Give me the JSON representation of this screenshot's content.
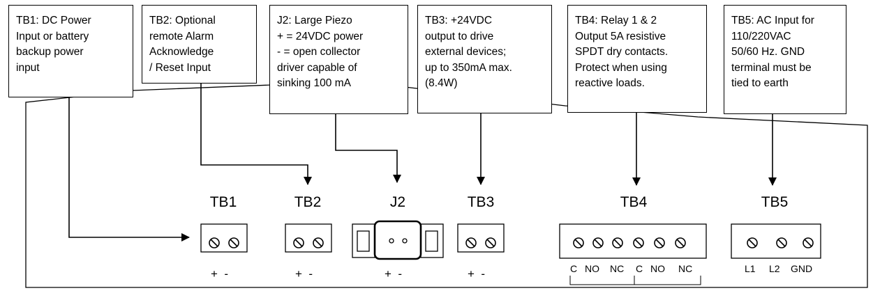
{
  "callouts": [
    {
      "id": "tb1",
      "lines": [
        "TB1: DC Power",
        "Input or battery",
        "backup power",
        "input"
      ]
    },
    {
      "id": "tb2",
      "lines": [
        "TB2: Optional",
        "remote Alarm",
        "Acknowledge",
        "/ Reset Input"
      ]
    },
    {
      "id": "j2",
      "lines": [
        "J2: Large Piezo",
        "+ = 24VDC power",
        "- = open collector",
        "driver capable of",
        "sinking 100 mA"
      ]
    },
    {
      "id": "tb3",
      "lines": [
        "TB3: +24VDC",
        "output to drive",
        "external devices;",
        "up to 350mA max.",
        "(8.4W)"
      ]
    },
    {
      "id": "tb4",
      "lines": [
        "TB4: Relay 1 & 2",
        "Output 5A resistive",
        "SPDT dry contacts.",
        "Protect when using",
        "reactive loads."
      ]
    },
    {
      "id": "tb5",
      "lines": [
        "TB5: AC Input for",
        "110/220VAC",
        "50/60 Hz. GND",
        "terminal must be",
        "tied to earth"
      ]
    }
  ],
  "connectors": {
    "tb1": {
      "label": "TB1",
      "pins": "+  -"
    },
    "tb2": {
      "label": "TB2",
      "pins": "+  -"
    },
    "j2": {
      "label": "J2",
      "pins": "+  -"
    },
    "tb3": {
      "label": "TB3",
      "pins": "+  -"
    },
    "tb4": {
      "label": "TB4",
      "pins": [
        "C",
        "NO",
        "NC",
        "C",
        "NO",
        "NC"
      ]
    },
    "tb5": {
      "label": "TB5",
      "pins": [
        "L1",
        "L2",
        "GND"
      ]
    }
  }
}
